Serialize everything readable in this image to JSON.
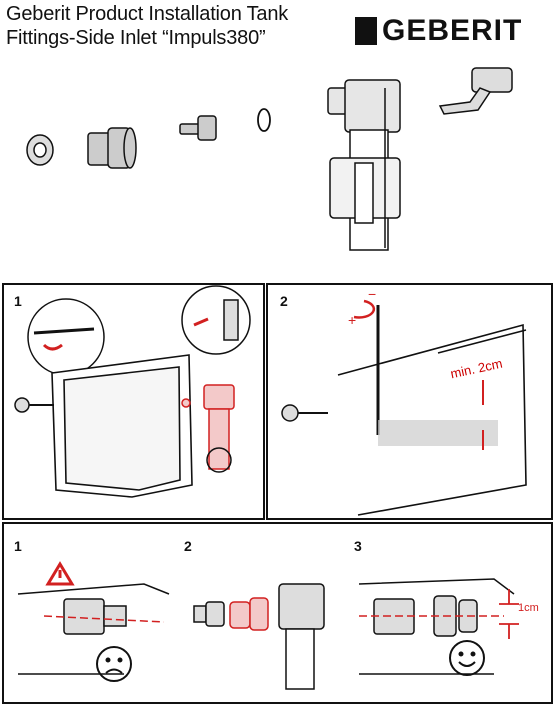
{
  "header": {
    "title_line1": "Geberit Product Installation Tank",
    "title_line2": "Fittings-Side Inlet  “Impuls380”",
    "logo_text": "GEBERIT"
  },
  "panels": {
    "top_left": {
      "step": "1"
    },
    "top_right": {
      "step": "2",
      "note": "min. 2cm"
    },
    "bottom": {
      "steps": [
        "1",
        "2",
        "3"
      ],
      "dimension": "1cm"
    }
  },
  "colors": {
    "line": "#111111",
    "accent_red": "#d22020",
    "pink": "#e8a0a0",
    "gray": "#bbbbbb"
  }
}
